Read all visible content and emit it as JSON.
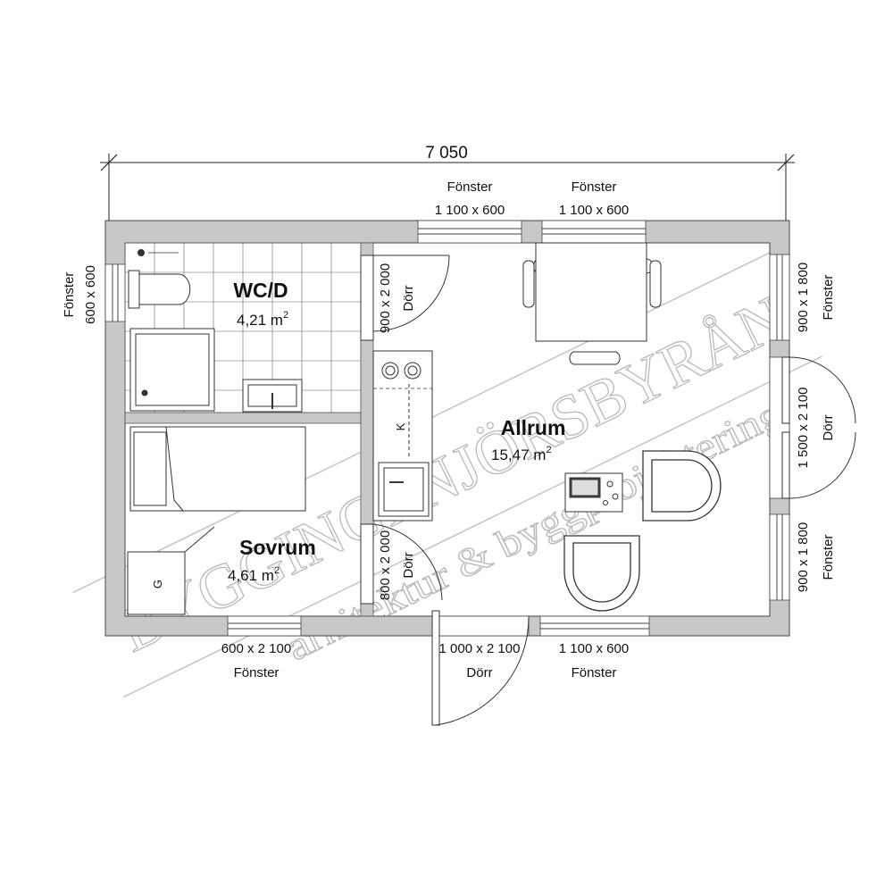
{
  "overall_dimension": "7 050",
  "rooms": [
    {
      "name": "WC/D",
      "area": "4,21 m",
      "unit_sup": "2"
    },
    {
      "name": "Allrum",
      "area": "15,47 m",
      "unit_sup": "2"
    },
    {
      "name": "Sovrum",
      "area": "4,61 m",
      "unit_sup": "2"
    }
  ],
  "openings": {
    "top_left_window": {
      "type": "Fönster",
      "size": "1 100 x 600"
    },
    "top_right_window": {
      "type": "Fönster",
      "size": "1 100 x 600"
    },
    "left_window": {
      "type": "Fönster",
      "size": "600 x 600"
    },
    "right_top_window": {
      "type": "Fönster",
      "size": "900 x 1 800"
    },
    "right_door": {
      "type": "Dörr",
      "size": "1 500 x 2 100"
    },
    "right_bottom_window": {
      "type": "Fönster",
      "size": "900 x 1 800"
    },
    "bottom_left_window": {
      "type": "Fönster",
      "size": "600 x 2 100"
    },
    "entrance_door": {
      "type": "Dörr",
      "size": "1 000 x 2 100"
    },
    "bottom_right_window": {
      "type": "Fönster",
      "size": "1 100 x 600"
    },
    "wc_door": {
      "type": "Dörr",
      "size": "900 x 2 000"
    },
    "bedroom_door": {
      "type": "Dörr",
      "size": "800 x 2 000"
    }
  },
  "fixture_labels": {
    "kitchen": "K",
    "wardrobe": "G"
  },
  "watermark": {
    "line1": "BYGGINGENJÖRSBYRÅN",
    "line2": "arkitektur & byggprojektering"
  }
}
